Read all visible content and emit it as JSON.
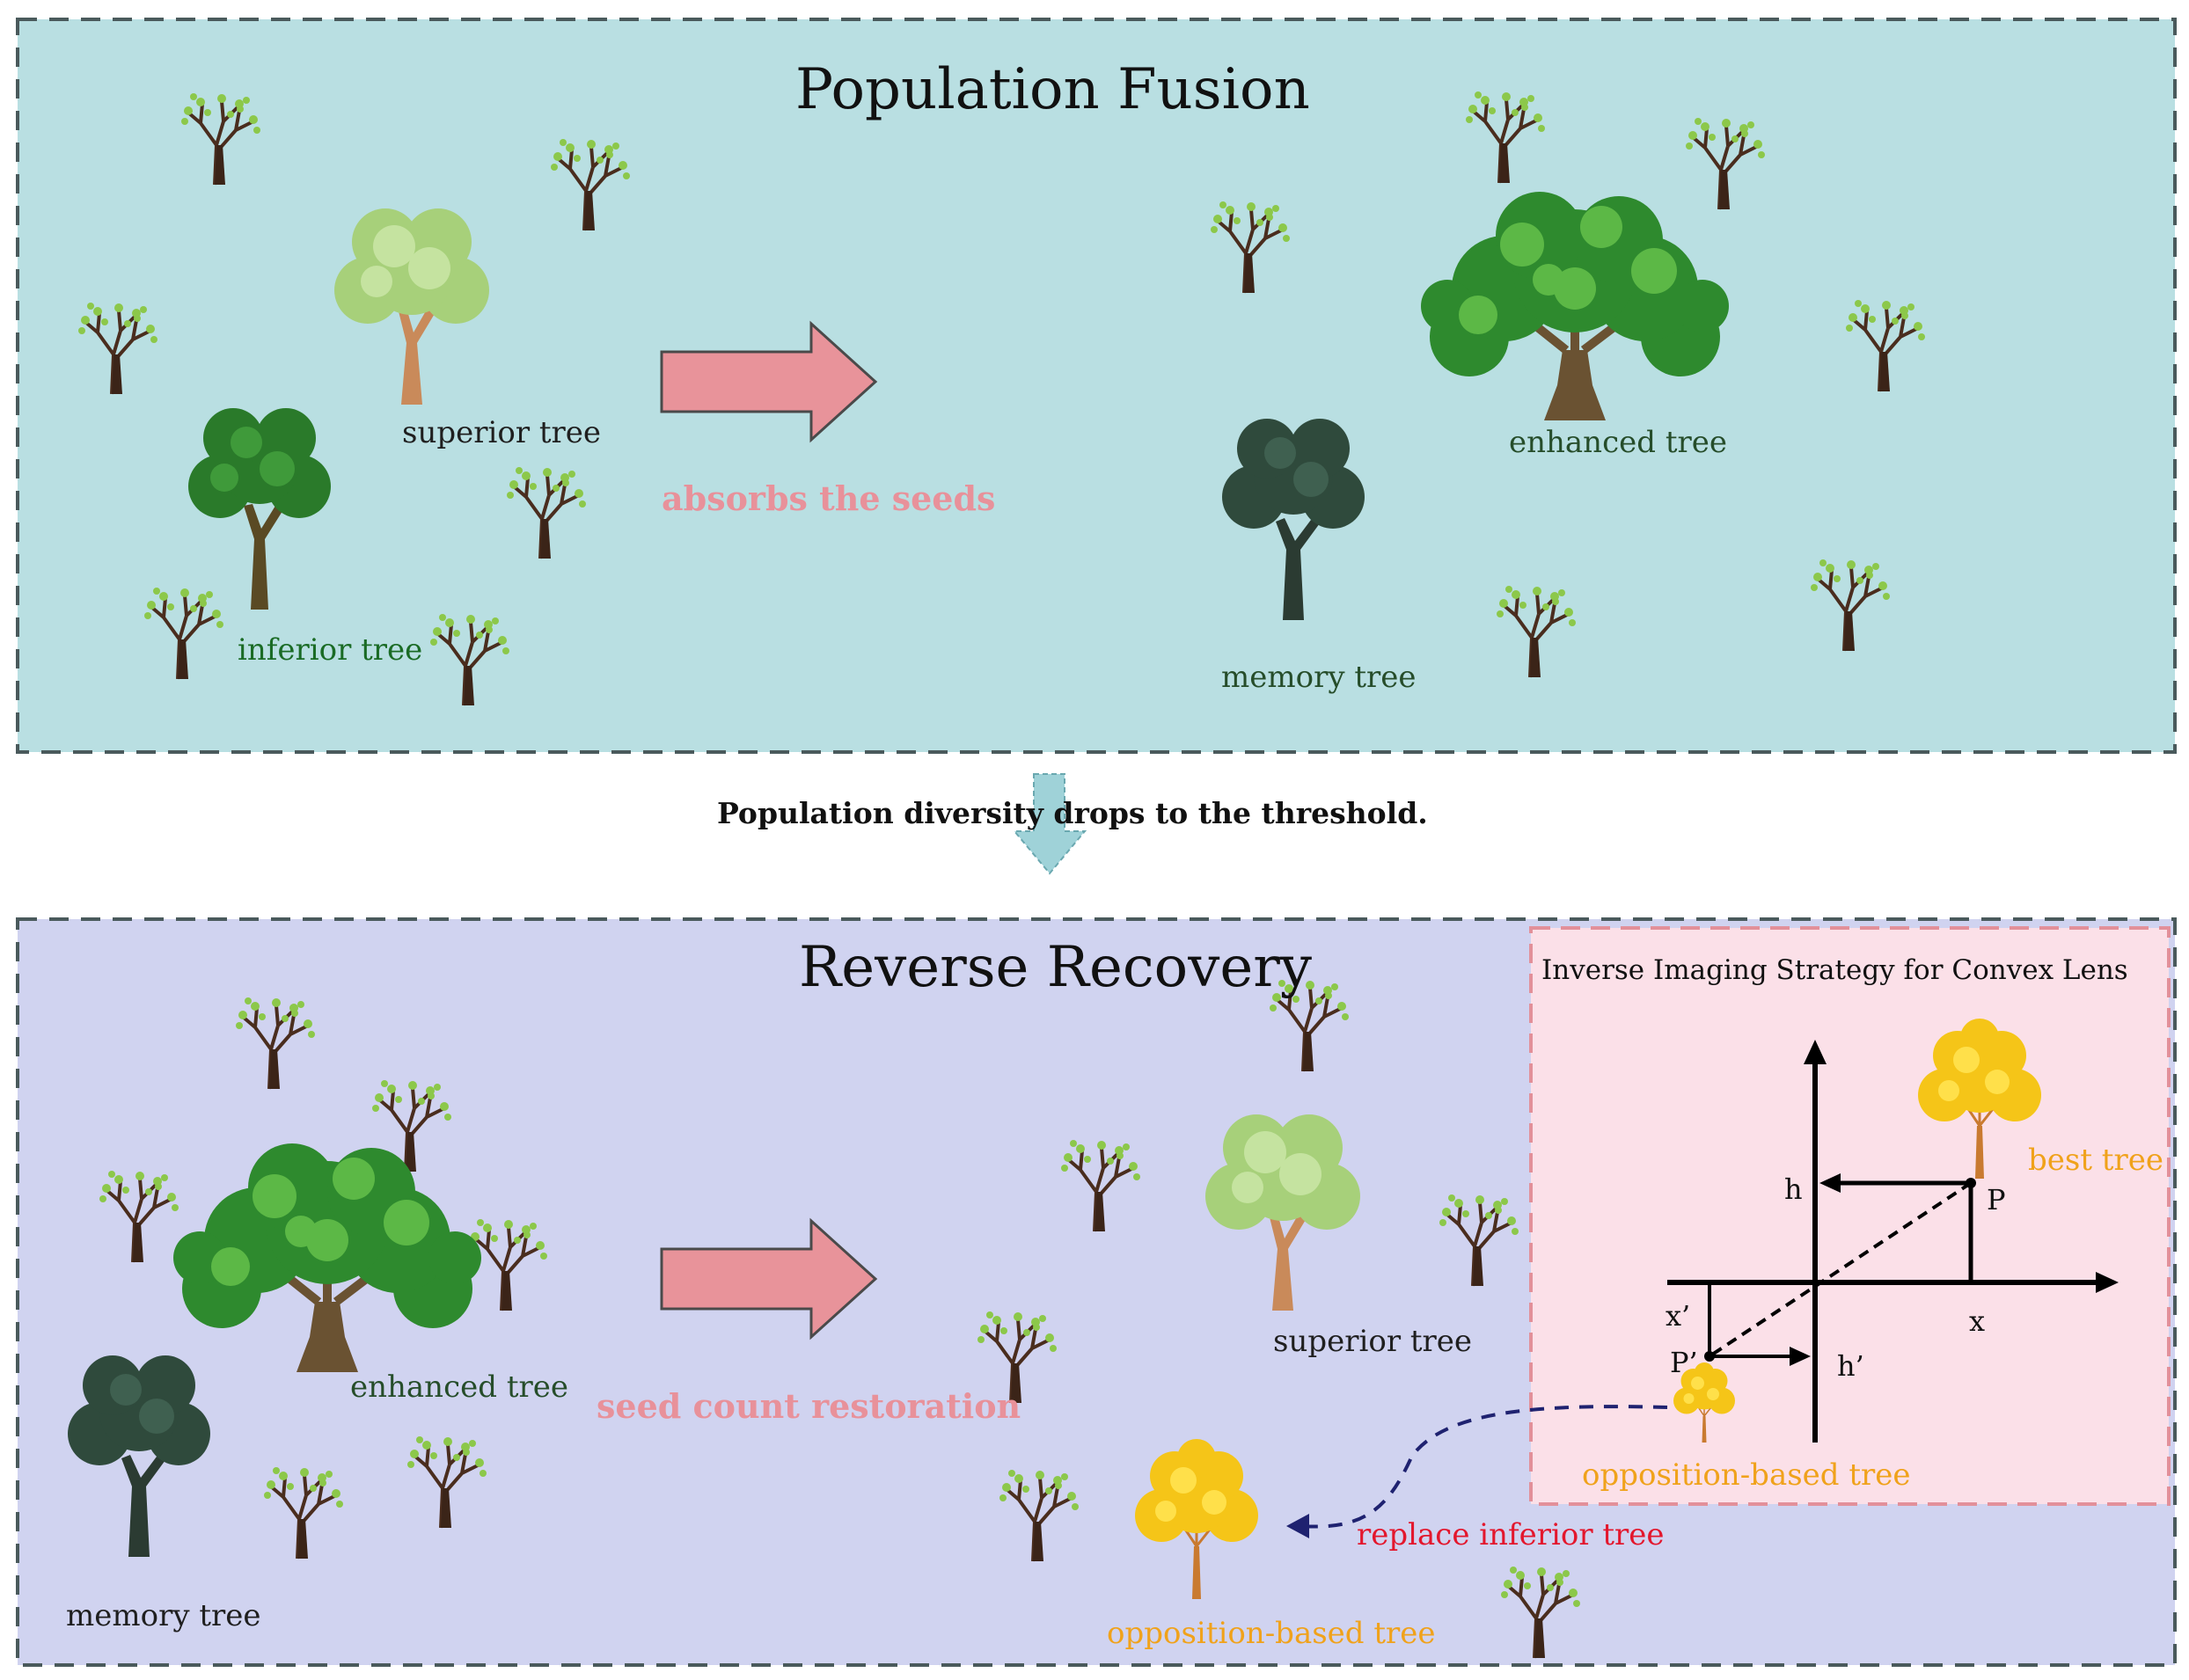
{
  "top_panel": {
    "title": "Population Fusion",
    "superior_tree": "superior tree",
    "inferior_tree": "inferior tree",
    "arrow_caption": "absorbs the seeds",
    "enhanced_tree": "enhanced tree",
    "memory_tree": "memory tree"
  },
  "transition": {
    "text": "Population diversity drops to the threshold."
  },
  "bottom_panel": {
    "title": "Reverse Recovery",
    "enhanced_tree": "enhanced tree",
    "memory_tree": "memory tree",
    "arrow_caption": "seed count restoration",
    "superior_tree": "superior tree",
    "opposition_tree": "opposition-based tree",
    "replace_caption": "replace inferior tree"
  },
  "inset": {
    "title": "Inverse Imaging Strategy for Convex Lens",
    "best_tree": "best tree",
    "opposition_tree": "opposition-based tree",
    "axis_h": "h",
    "axis_x": "x",
    "point_p": "P",
    "axis_x_prime": "x’",
    "point_p_prime": "P’",
    "axis_h_prime": "h’"
  },
  "colors": {
    "top_bg": "#b9dfe2",
    "bottom_bg": "#d0d3f0",
    "inset_bg": "#fbe0e8",
    "pink_arrow": "#e8939a",
    "teal_arrow": "#9fd2d8"
  }
}
